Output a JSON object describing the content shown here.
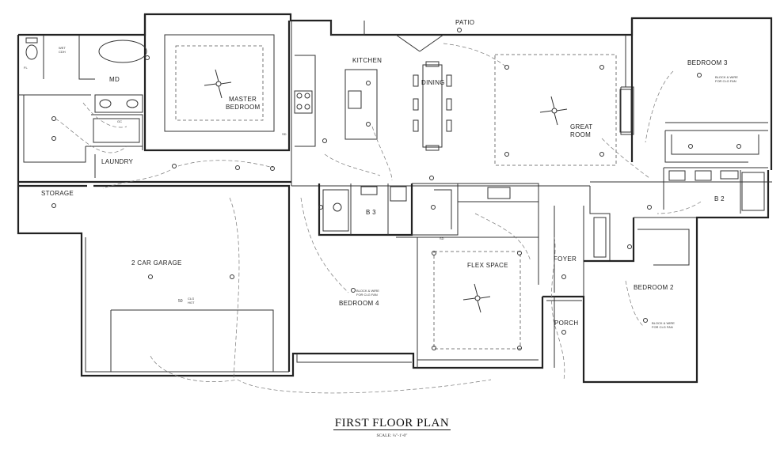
{
  "plan": {
    "title": "FIRST FLOOR PLAN",
    "scale": "SCALE: ¼\"-1'-0\""
  },
  "rooms": {
    "patio": "PATIO",
    "kitchen": "KITCHEN",
    "dining": "DINING",
    "great_room_1": "GREAT",
    "great_room_2": "ROOM",
    "bedroom3": "BEDROOM 3",
    "md": "MD",
    "master_1": "MASTER",
    "master_2": "BEDROOM",
    "laundry": "LAUNDRY",
    "storage": "STORAGE",
    "garage": "2 CAR GARAGE",
    "b3": "B 3",
    "b2": "B 2",
    "flex": "FLEX SPACE",
    "bedroom4": "BEDROOM 4",
    "foyer": "FOYER",
    "porch": "PORCH",
    "bedroom2": "BEDROOM 2"
  },
  "notes": {
    "block1": "BLOCK & WIRE",
    "block2": "FOR CLG FAN",
    "wet": "WET",
    "cdh": "CDH",
    "clg": "CLG",
    "hgt": "HGT",
    "n50": "50",
    "sd": "SD",
    "fl": "FL",
    "gc": "GC"
  }
}
